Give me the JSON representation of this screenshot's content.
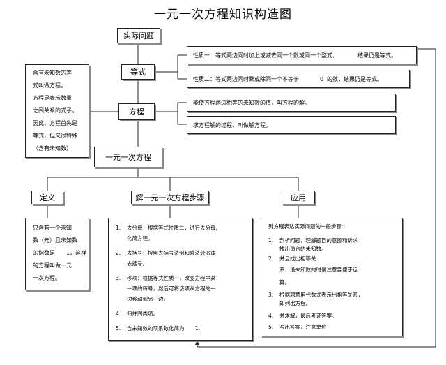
{
  "title": "一元一次方程知识构造图",
  "nodes": {
    "practical_problem": "实际问题",
    "equation_general": "等式",
    "equation": "方程",
    "linear_equation": "一元一次方程",
    "definition": "定义",
    "solving_steps": "解一元一次方程步骤",
    "application": "应用"
  },
  "properties": {
    "property_1": {
      "text": "性质一：等式两边同时加上或减去同一个数或同一个整式，",
      "result": "结果仍是等式。"
    },
    "property_2": {
      "text": "性质二：等式两边同时乘或除同一个不等于",
      "zero": "0",
      "result": "的数，结果仍是等式。"
    }
  },
  "equation_facts": {
    "solution_def": "能使方程两边相等的未知数的值，叫方程的解。",
    "solving_def": "求方程解的过程，叫做解方程。"
  },
  "equation_note": [
    "含有未知数的等",
    "式叫做方程。",
    "方程是表示数量",
    "之间关系的式子。",
    "因此，方程首先是",
    "等式，但又很特殊",
    "（含有未知数）"
  ],
  "definition_text": [
    "只含有一个未知",
    "数（元）且未知数",
    "的指数是",
    "1，这样",
    "的方程叫做一元",
    "一次方程。"
  ],
  "steps": [
    {
      "num": "1.",
      "lines": [
        "去分母：根据等式性质二，进行去分母,",
        "化简方程。"
      ]
    },
    {
      "num": "2.",
      "lines": [
        "去括号：按照去括号法例和乘法分派律",
        "去括号。"
      ]
    },
    {
      "num": "3.",
      "lines": [
        "移项：根据等式性质一，改变方程中某",
        "一项的符号，然后可将该项从方程的一",
        "边移动到另一边。"
      ]
    },
    {
      "num": "4.",
      "lines": [
        "归并同类项。"
      ]
    },
    {
      "num": "5.",
      "lines": [
        "含未知数的项系数化简为",
        "1."
      ]
    }
  ],
  "application": {
    "header": "列方程表达实际问题的一般步骤：",
    "items": [
      {
        "num": "1.",
        "lines": [
          "剖析问题，理解题目的意图和诉求",
          "找出适合的未知数。"
        ]
      },
      {
        "num": "2.",
        "lines": [
          "并且找出相等关"
        ]
      },
      {
        "num": "",
        "lines": [
          "系，设未知数的时候注意要便于运"
        ]
      },
      {
        "num": "",
        "lines": [
          "算。"
        ]
      },
      {
        "num": "3.",
        "lines": [
          "根据题意用代数式表示出相等关系，",
          "即列出方程。"
        ]
      },
      {
        "num": "4.",
        "lines": [
          "并求解，最后考证答案。"
        ]
      },
      {
        "num": "5.",
        "lines": [
          "写出答案，注意单位"
        ]
      }
    ]
  }
}
